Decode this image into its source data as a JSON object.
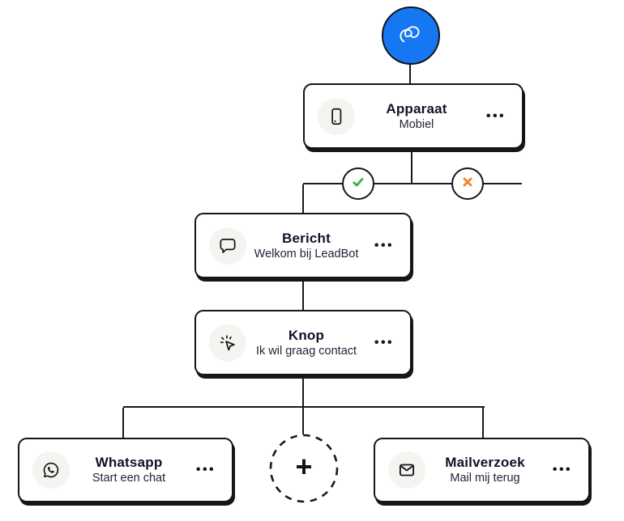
{
  "flow": {
    "start": {
      "icon": "scribble-logo-icon"
    },
    "nodes": {
      "apparaat": {
        "title": "Apparaat",
        "subtitle": "Mobiel",
        "icon": "smartphone-icon",
        "menu_label": "•••"
      },
      "bericht": {
        "title": "Bericht",
        "subtitle": "Welkom bij LeadBot",
        "icon": "chat-bubble-icon",
        "menu_label": "•••"
      },
      "knop": {
        "title": "Knop",
        "subtitle": "Ik wil graag contact",
        "icon": "cursor-click-icon",
        "menu_label": "•••"
      },
      "whatsapp": {
        "title": "Whatsapp",
        "subtitle": "Start een chat",
        "icon": "whatsapp-icon",
        "menu_label": "•••"
      },
      "mailverzoek": {
        "title": "Mailverzoek",
        "subtitle": "Mail mij terug",
        "icon": "envelope-icon",
        "menu_label": "•••"
      }
    },
    "branch": {
      "yes_icon": "check-icon",
      "no_icon": "x-icon"
    },
    "add_button": {
      "label": "+"
    }
  },
  "colors": {
    "accent_blue": "#1677f2",
    "success_green": "#35ad4c",
    "warning_orange": "#ef8128",
    "line": "#1a1a1a",
    "card_border": "#15151a",
    "card_bg": "#ffffff",
    "icon_bg": "#f5f4f1",
    "title_text": "#12122b",
    "subtitle_text": "#1c2434"
  }
}
